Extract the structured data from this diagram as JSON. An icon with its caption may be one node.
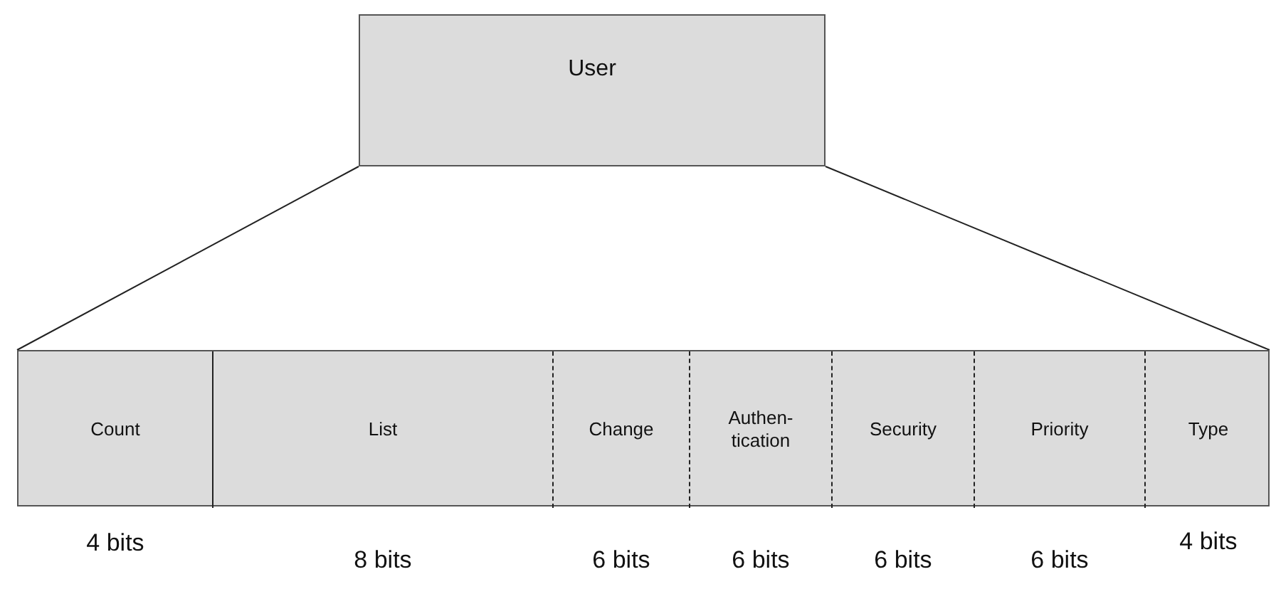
{
  "diagram": {
    "nodes": [
      {
        "text": [
          "User"
        ]
      },
      {
        "text": [],
        "shape": "box"
      },
      {
        "text": [
          "Count"
        ],
        "in": 1,
        "beside": [
          "4 bits"
        ]
      },
      {
        "text": [
          "List"
        ],
        "in": 1,
        "beside": [
          "8 bits"
        ]
      },
      {
        "text": [
          "Change"
        ],
        "in": 1,
        "beside": [
          "6 bits"
        ]
      },
      {
        "text": [
          "Authen- tication"
        ],
        "in": 1,
        "beside": [
          "6 bits"
        ]
      },
      {
        "text": [
          "Security"
        ],
        "in": 1,
        "beside": [
          "6 bits"
        ]
      },
      {
        "text": [
          "Priority"
        ],
        "in": 1,
        "beside": [
          "6 bits"
        ]
      },
      {
        "text": [
          "Type"
        ],
        "in": 1,
        "beside": [
          "4 bits"
        ]
      }
    ],
    "edges": [
      {
        "from": 0,
        "to": 1,
        "arrow": "none"
      },
      {
        "from": 0,
        "to": 1,
        "arrow": "none"
      }
    ]
  }
}
